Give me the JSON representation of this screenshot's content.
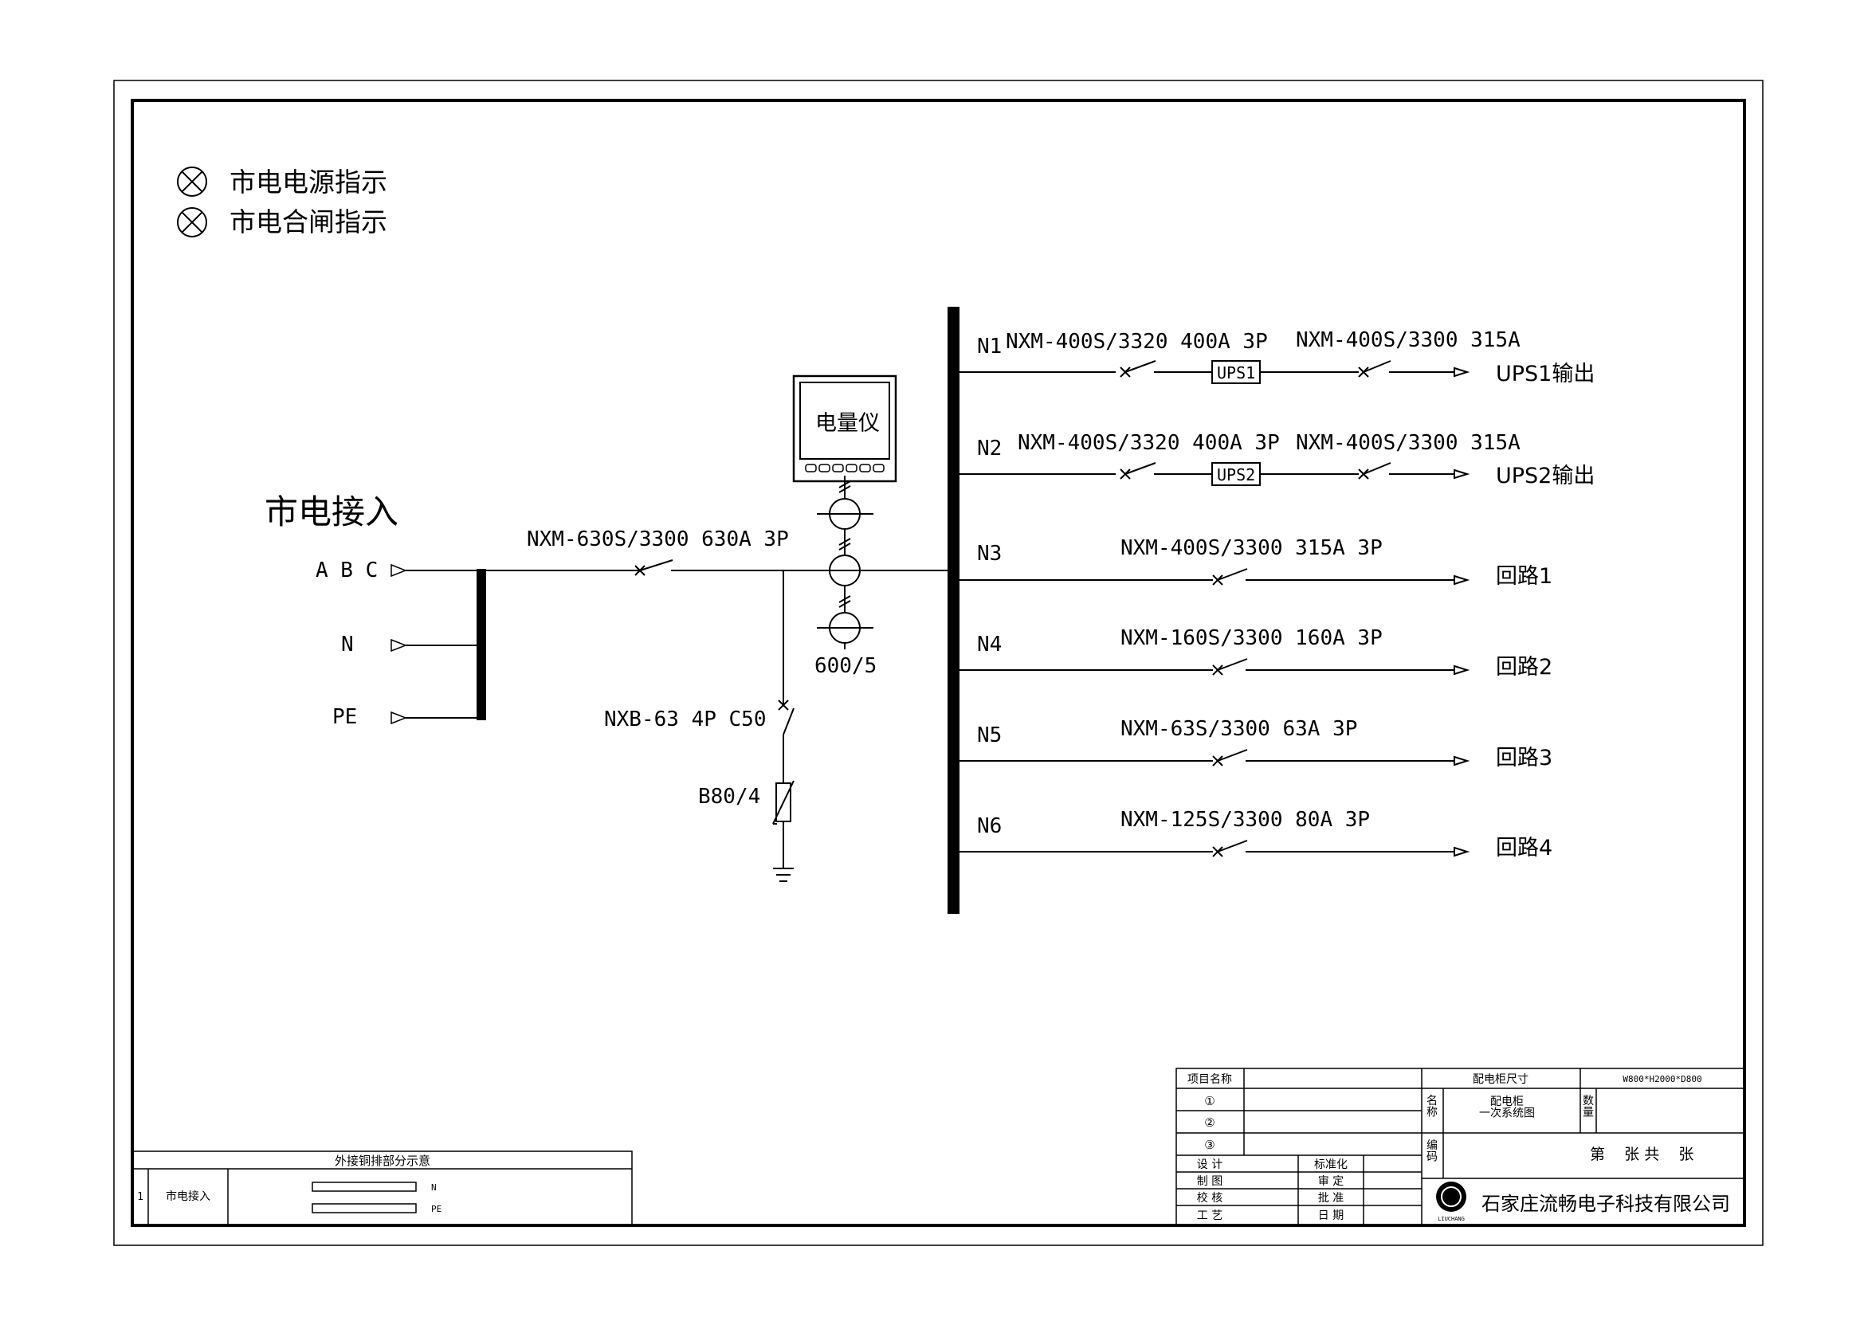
{
  "legend": [
    {
      "icon": "indicator-lamp-icon",
      "label": "市电电源指示"
    },
    {
      "icon": "indicator-lamp-icon",
      "label": "市电合闸指示"
    }
  ],
  "incoming": {
    "title": "市电接入",
    "terminals": [
      "A B C",
      "N",
      "PE"
    ],
    "main_breaker": "NXM-630S/3300 630A 3P",
    "ct_ratio": "600/5",
    "meter": "电量仪",
    "surge_breaker": "NXB-63 4P C50",
    "surge_arrester": "B80/4"
  },
  "feeders": [
    {
      "id": "N1",
      "breaker": "NXM-400S/3320 400A 3P",
      "ups": "UPS1",
      "breaker2": "NXM-400S/3300 315A",
      "output": "UPS1输出"
    },
    {
      "id": "N2",
      "breaker": "NXM-400S/3320 400A 3P",
      "ups": "UPS2",
      "breaker2": "NXM-400S/3300 315A",
      "output": "UPS2输出"
    },
    {
      "id": "N3",
      "breaker": "NXM-400S/3300 315A 3P",
      "output": "回路1"
    },
    {
      "id": "N4",
      "breaker": "NXM-160S/3300 160A 3P",
      "output": "回路2"
    },
    {
      "id": "N5",
      "breaker": "NXM-63S/3300 63A 3P",
      "output": "回路3"
    },
    {
      "id": "N6",
      "breaker": "NXM-125S/3300 80A 3P",
      "output": "回路4"
    }
  ],
  "busbar_table": {
    "title": "外接铜排部分示意",
    "row_no": "1",
    "row_label": "市电接入",
    "bars": [
      "N",
      "PE"
    ]
  },
  "title_block": {
    "project_label": "项目名称",
    "items": [
      "①",
      "②",
      "③"
    ],
    "size_label": "配电柜尺寸",
    "size_value": "W800*H2000*D800",
    "name_label": "名\n称",
    "name_value": "配电柜\n一次系统图",
    "qty_label": "数\n量",
    "code_label": "编\n码",
    "sheet": "第    张 共    张",
    "roles_left": [
      "设   计",
      "制   图",
      "校   核",
      "工   艺"
    ],
    "roles_right": [
      "标准化",
      "审   定",
      "批   准",
      "日   期"
    ],
    "company": "石家庄流畅电子科技有限公司",
    "logo_text": "LIUCHANG"
  }
}
